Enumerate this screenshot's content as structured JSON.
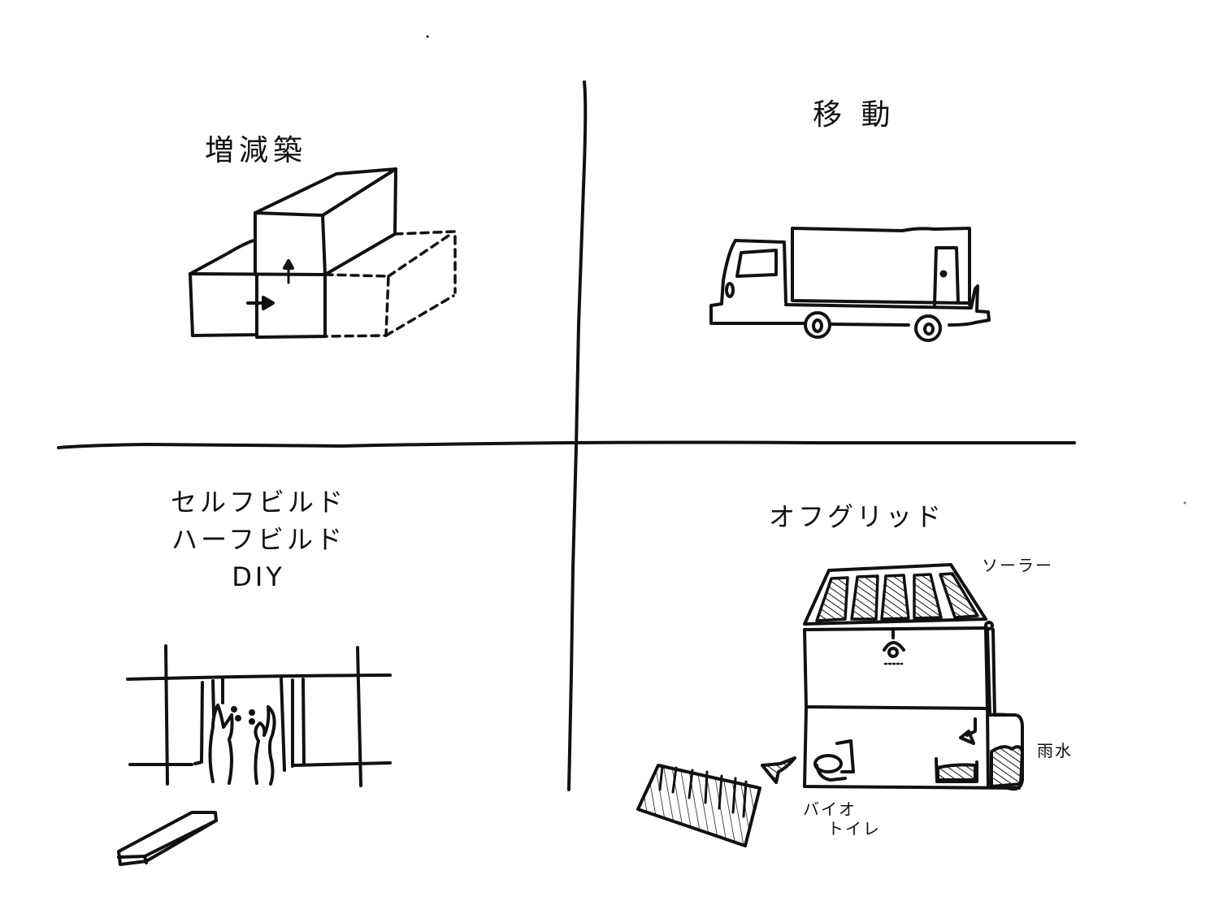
{
  "quadrants": {
    "top_left": {
      "title": "増減築",
      "illustration": "extendable-boxes"
    },
    "top_right": {
      "title": "移 動",
      "illustration": "truck-with-container-house"
    },
    "bottom_left": {
      "title_lines": [
        "セルフビルド",
        "ハーフビルド",
        "DIY"
      ],
      "illustration": "people-building-frame-with-lumber"
    },
    "bottom_right": {
      "title": "オフグリッド",
      "illustration": "off-grid-house",
      "labels": {
        "solar": "ソーラー",
        "rainwater": "雨水",
        "biotoilet_line1": "バイオ",
        "biotoilet_line2": "トイレ"
      }
    }
  },
  "colors": {
    "ink": "#111111",
    "paper": "#ffffff"
  }
}
